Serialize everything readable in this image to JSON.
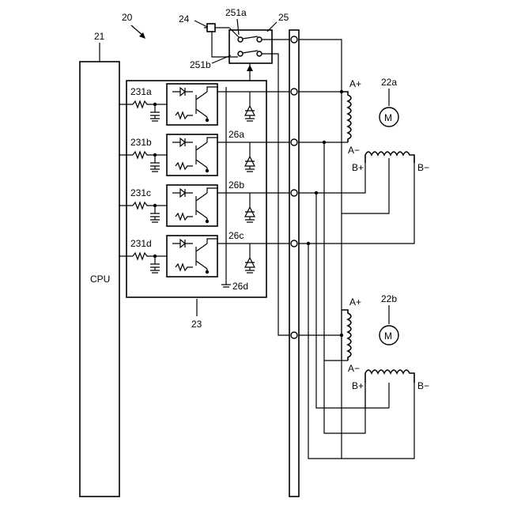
{
  "labels": {
    "system": "20",
    "cpu_ref": "21",
    "cpu": "CPU",
    "driver_ref": "23",
    "fuse": "24",
    "relay": "25",
    "relay_contact_a": "251a",
    "relay_contact_b": "251b",
    "switches": [
      "231a",
      "231b",
      "231c",
      "231d"
    ],
    "diodes": [
      "26a",
      "26b",
      "26c",
      "26d"
    ],
    "motor_a_ref": "22a",
    "motor_b_ref": "22b",
    "motor_symbol": "M",
    "a_plus": "A+",
    "a_minus": "A−",
    "b_plus": "B+",
    "b_minus": "B−"
  }
}
